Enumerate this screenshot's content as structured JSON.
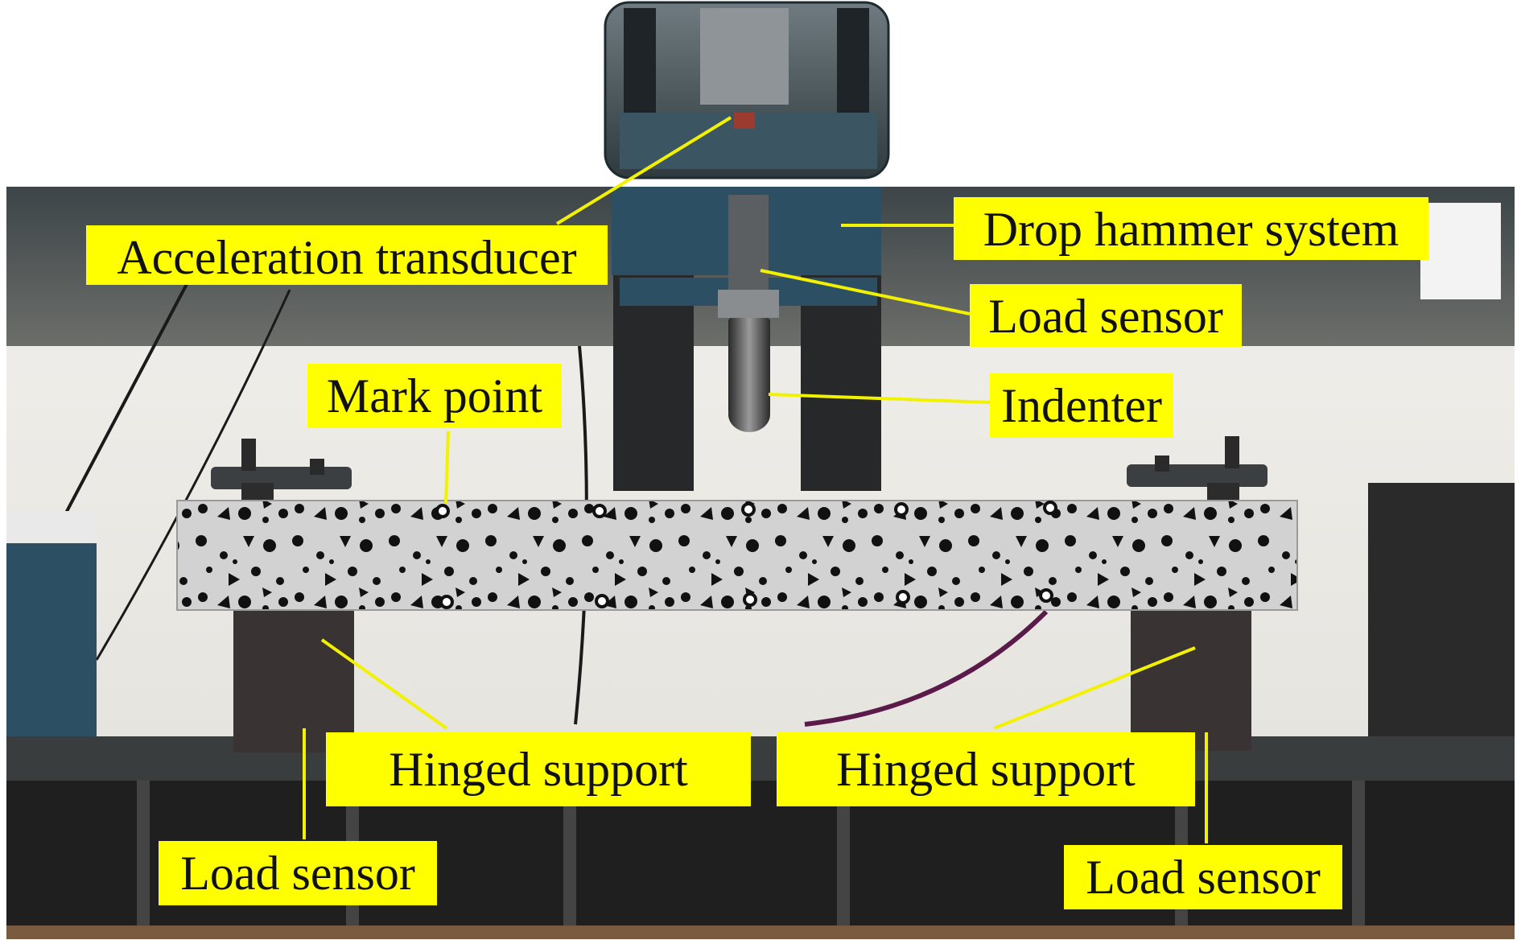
{
  "colors": {
    "label_bg": "#ffff00",
    "leader_line": "#f2f200",
    "frame_blue": "#2c4f63",
    "beam": "#cfcfcf",
    "speckle": "#111111"
  },
  "labels": {
    "acceleration_transducer": "Acceleration transducer",
    "drop_hammer_system": "Drop hammer system",
    "load_sensor_top": "Load sensor",
    "mark_point": "Mark point",
    "indenter": "Indenter",
    "hinged_support_left": "Hinged support",
    "hinged_support_right": "Hinged support",
    "load_sensor_left": "Load sensor",
    "load_sensor_right": "Load sensor"
  }
}
